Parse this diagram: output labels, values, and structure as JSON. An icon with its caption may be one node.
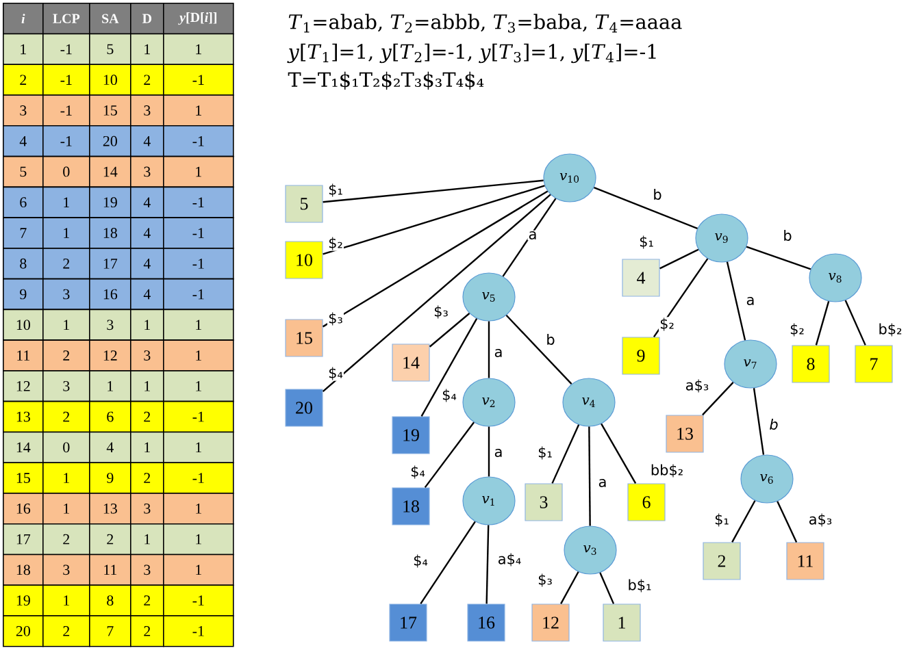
{
  "diagram": {
    "nodes": [
      {
        "text": [
          "*v*$_{10}$"
        ]
      },
      {
        "text": [
          "5"
        ]
      },
      {
        "text": [
          "10"
        ]
      },
      {
        "text": [
          "*v*$_{9}$"
        ]
      },
      {
        "text": [
          "4"
        ]
      },
      {
        "text": [
          "*v*$_{8}$"
        ]
      },
      {
        "text": [
          "*v*$_{5}$"
        ]
      },
      {
        "text": [
          "15"
        ]
      },
      {
        "text": [
          "14"
        ]
      },
      {
        "text": [
          "9"
        ]
      },
      {
        "text": [
          "*v*$_{7}$"
        ]
      },
      {
        "text": [
          "8"
        ]
      },
      {
        "text": [
          "7"
        ]
      },
      {
        "text": [
          "*v*$_{2}$"
        ]
      },
      {
        "text": [
          "*v*$_{4}$"
        ]
      },
      {
        "text": [
          "20"
        ]
      },
      {
        "text": [
          "19"
        ]
      },
      {
        "text": [
          "13"
        ]
      },
      {
        "text": [
          "*v*$_{1}$"
        ]
      },
      {
        "text": [
          "*v*$_{6}$"
        ]
      },
      {
        "text": [
          "18"
        ]
      },
      {
        "text": [
          "3"
        ]
      },
      {
        "text": [
          "6"
        ]
      },
      {
        "text": [
          "*v*$_{3}$"
        ]
      },
      {
        "text": [
          "2"
        ]
      },
      {
        "text": [
          "11"
        ]
      },
      {
        "text": [
          "17"
        ]
      },
      {
        "text": [
          "16"
        ]
      },
      {
        "text": [
          "12"
        ]
      },
      {
        "text": [
          "1"
        ]
      }
    ],
    "edges": [
      {
        "from": 0,
        "to": 1,
        "arrow": "none",
        "label": "$₁"
      },
      {
        "from": 0,
        "to": 2,
        "arrow": "none",
        "label": "$₂"
      },
      {
        "from": 0,
        "to": 7,
        "arrow": "none",
        "label": "$₃"
      },
      {
        "from": 0,
        "to": 15,
        "arrow": "none",
        "label": "$₄"
      },
      {
        "from": 0,
        "to": 6,
        "arrow": "none",
        "label": "a"
      },
      {
        "from": 0,
        "to": 3,
        "arrow": "none",
        "label": "b"
      },
      {
        "from": 3,
        "to": 4,
        "arrow": "none",
        "label": "$₁"
      },
      {
        "from": 3,
        "to": 9,
        "arrow": "none",
        "label": "$₂"
      },
      {
        "from": 3,
        "to": 10,
        "arrow": "none",
        "label": "a"
      },
      {
        "from": 3,
        "to": 5,
        "arrow": "none",
        "label": "b"
      },
      {
        "from": 5,
        "to": 11,
        "arrow": "none",
        "label": "$₂"
      },
      {
        "from": 5,
        "to": 12,
        "arrow": "none",
        "label": "b$₂"
      },
      {
        "from": 10,
        "to": 17,
        "arrow": "none",
        "label": "a$₃"
      },
      {
        "from": 10,
        "to": 19,
        "arrow": "none",
        "label": "*b*"
      },
      {
        "from": 19,
        "to": 24,
        "arrow": "none",
        "label": "$₁"
      },
      {
        "from": 19,
        "to": 25,
        "arrow": "none",
        "label": "a$₃"
      },
      {
        "from": 6,
        "to": 8,
        "arrow": "none",
        "label": "$₃"
      },
      {
        "from": 6,
        "to": 16,
        "arrow": "none",
        "label": "$₄"
      },
      {
        "from": 6,
        "to": 13,
        "arrow": "none",
        "label": "a"
      },
      {
        "from": 6,
        "to": 14,
        "arrow": "none",
        "label": "b"
      },
      {
        "from": 13,
        "to": 20,
        "arrow": "none",
        "label": "$₄"
      },
      {
        "from": 13,
        "to": 18,
        "arrow": "none",
        "label": "a"
      },
      {
        "from": 18,
        "to": 26,
        "arrow": "none",
        "label": "$₄"
      },
      {
        "from": 18,
        "to": 27,
        "arrow": "none",
        "label": "a$₄"
      },
      {
        "from": 14,
        "to": 21,
        "arrow": "none",
        "label": "$₁"
      },
      {
        "from": 14,
        "to": 23,
        "arrow": "none",
        "label": "a"
      },
      {
        "from": 14,
        "to": 22,
        "arrow": "none",
        "label": "bb$₂"
      },
      {
        "from": 23,
        "to": 28,
        "arrow": "none",
        "label": "$₃"
      },
      {
        "from": 23,
        "to": 29,
        "arrow": "none",
        "label": "b$₁"
      }
    ],
    "labels": [
      "i",
      "LCP",
      "SA",
      "D",
      "*y*[D[*i*]]",
      "1",
      "-1",
      "5",
      "1",
      "1",
      "2",
      "-1",
      "10",
      "2",
      "-1",
      "3",
      "-1",
      "15",
      "3",
      "1",
      "4",
      "-1",
      "20",
      "4",
      "-1",
      "5",
      "0",
      "14",
      "3",
      "1",
      "6",
      "1",
      "19",
      "4",
      "-1",
      "7",
      "1",
      "18",
      "4",
      "-1",
      "8",
      "2",
      "17",
      "4",
      "-1",
      "9",
      "3",
      "16",
      "4",
      "-1",
      "10",
      "1",
      "3",
      "1",
      "1",
      "11",
      "2",
      "12",
      "3",
      "1",
      "12",
      "3",
      "1",
      "1",
      "1",
      "13",
      "2",
      "6",
      "2",
      "-1",
      "14",
      "0",
      "4",
      "1",
      "1",
      "15",
      "1",
      "9",
      "2",
      "-1",
      "16",
      "1",
      "13",
      "3",
      "1",
      "17",
      "2",
      "2",
      "1",
      "1",
      "18",
      "3",
      "11",
      "3",
      "1",
      "19",
      "1",
      "8",
      "2",
      "-1",
      "20",
      "2",
      "7",
      "2",
      "-1",
      "*T*$_{1}$=abab, *T*$_{2}$=abbb, *T*$_{3}$=baba, *T*$_{4}$=aaaa",
      "*y*[*T*$_{1}$]=1, *y*[*T*$_{2}$]=-1, *y*[*T*$_{3}$]=1, *y*[*T*$_{4}$]=-1",
      "T=T₁$₁T₂$₂T₃$₃T₄$₄"
    ]
  }
}
